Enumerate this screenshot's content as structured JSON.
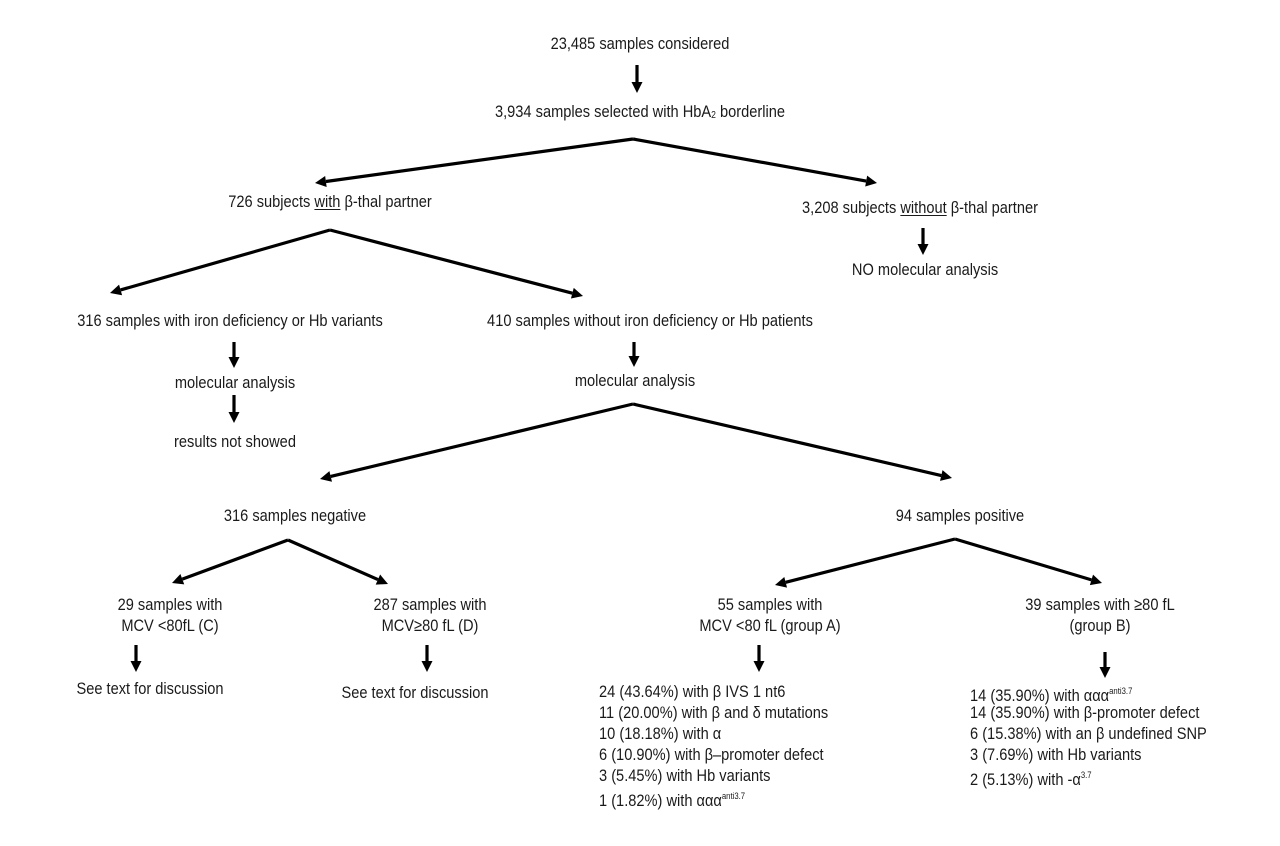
{
  "title": "Flowchart of HbA2 borderline sample screening and molecular analysis",
  "nodes": {
    "root": "23,485 samples considered",
    "selected_prefix": "3,934 samples selected with HbA",
    "selected_sub": "2",
    "selected_suffix": " borderline",
    "with_partner_prefix": "726 subjects ",
    "with_partner_underlined": "with",
    "with_partner_suffix": " β-thal partner",
    "without_partner_prefix": "3,208 subjects ",
    "without_partner_underlined": "without",
    "without_partner_suffix": " β-thal partner",
    "no_analysis": "NO molecular analysis",
    "iron_def": "316 samples with iron deficiency or Hb variants",
    "iron_def_analysis": "molecular analysis",
    "iron_def_results": "results not showed",
    "no_iron_def": "410 samples without iron deficiency or Hb patients",
    "no_iron_def_analysis": "molecular analysis",
    "negative": "316 samples negative",
    "positive": "94 samples positive",
    "group_c_line1": "29 samples with",
    "group_c_line2": "MCV <80fL (C)",
    "group_c_result": "See text for discussion",
    "group_d_line1": "287 samples with",
    "group_d_line2": "MCV≥80 fL (D)",
    "group_d_result": "See text for discussion",
    "group_a_line1": "55 samples with",
    "group_a_line2": "MCV <80 fL (group A)",
    "group_b_line1": "39 samples with ≥80 fL",
    "group_b_line2": "(group B)"
  },
  "group_a_results": [
    {
      "text": "24 (43.64%) with β IVS 1 nt6",
      "sup": ""
    },
    {
      "text": "11 (20.00%) with β and δ mutations",
      "sup": ""
    },
    {
      "text": "10 (18.18%) with α",
      "sup": ""
    },
    {
      "text": "6 (10.90%) with β–promoter defect",
      "sup": ""
    },
    {
      "text": "3 (5.45%) with Hb variants",
      "sup": ""
    },
    {
      "text": "1 (1.82%) with ααα",
      "sup": "anti3.7"
    }
  ],
  "group_b_results": [
    {
      "text": "14 (35.90%) with ααα",
      "sup": "anti3.7"
    },
    {
      "text": "14 (35.90%) with β-promoter defect",
      "sup": ""
    },
    {
      "text": "6 (15.38%) with an β undefined SNP",
      "sup": ""
    },
    {
      "text": "3 (7.69%) with Hb variants",
      "sup": ""
    },
    {
      "text": "2 (5.13%) with -α",
      "sup": "3.7"
    }
  ],
  "colors": {
    "line": "#000000",
    "text": "#1a1a1a",
    "background": "#ffffff"
  }
}
